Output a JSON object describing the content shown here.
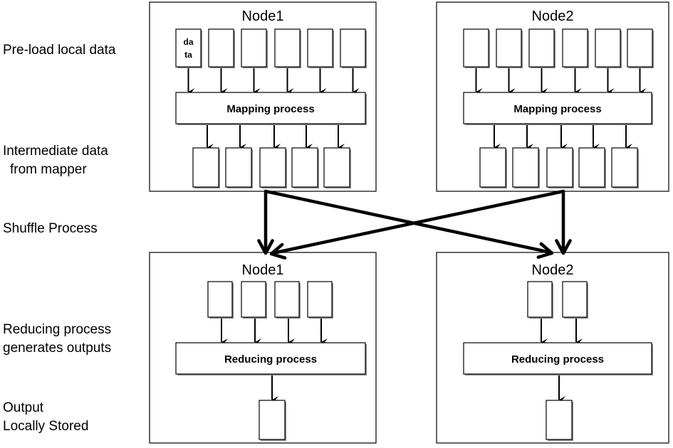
{
  "stages": {
    "preload": "Pre-load local data",
    "intermediate_1": "Intermediate data",
    "intermediate_2": "from mapper",
    "shuffle": "Shuffle Process",
    "reduce_1": "Reducing process",
    "reduce_2": "generates outputs",
    "output_1": "Output",
    "output_2": "Locally Stored"
  },
  "map_nodes": [
    {
      "title": "Node1",
      "process": "Mapping process",
      "input_blocks": 6,
      "intermediate_blocks": 5,
      "first_block_label": [
        "da",
        "ta"
      ]
    },
    {
      "title": "Node2",
      "process": "Mapping process",
      "input_blocks": 6,
      "intermediate_blocks": 5
    }
  ],
  "reduce_nodes": [
    {
      "title": "Node1",
      "process": "Reducing process",
      "input_blocks": 4,
      "output_blocks": 1
    },
    {
      "title": "Node2",
      "process": "Reducing process",
      "input_blocks": 2,
      "output_blocks": 1
    }
  ],
  "colors": {
    "stroke": "#000000",
    "fill": "#ffffff",
    "shadow": "#8a8a8a"
  }
}
